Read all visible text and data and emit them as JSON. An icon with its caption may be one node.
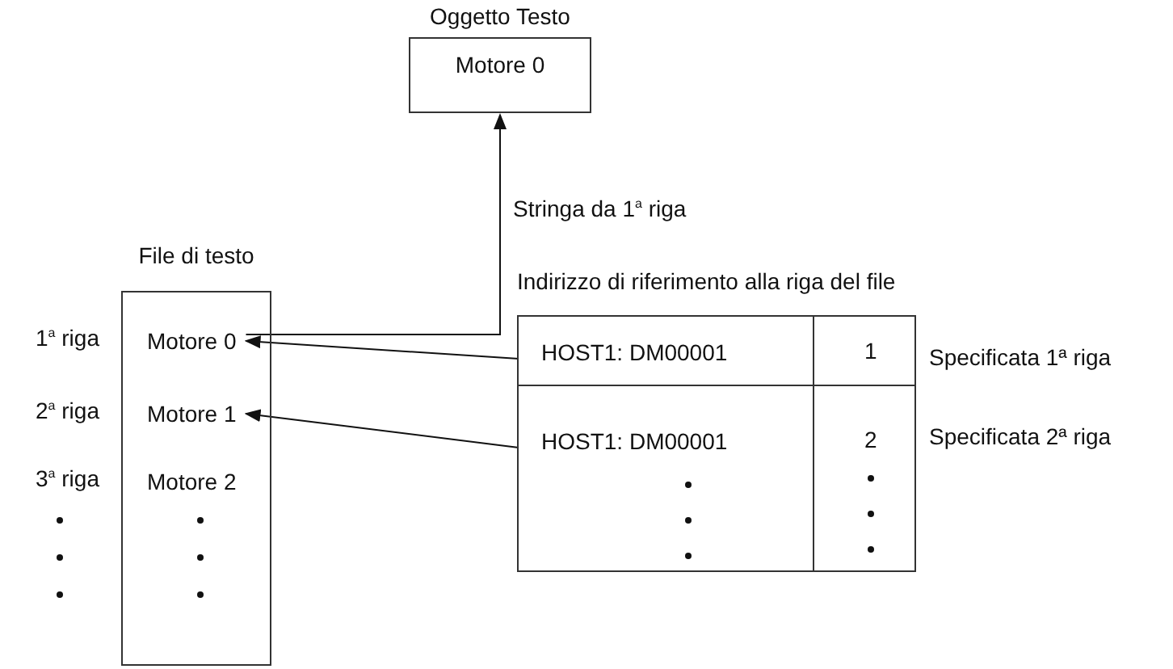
{
  "diagram": {
    "nodes": [
      {
        "text": [
          "Oggetto Testo",
          "Motore 0"
        ]
      },
      {
        "text": [
          "File di testo"
        ]
      },
      {
        "text": [
          "Motore 0"
        ],
        "in": 1
      },
      {
        "text": [
          "Motore 1"
        ],
        "in": 1
      },
      {
        "text": [
          "Motore 2"
        ],
        "in": 1
      },
      {
        "text": [
          "Indirizzo di riferimento alla riga del file"
        ]
      },
      {
        "text": [
          "HOST1: DM00001"
        ],
        "in": 5
      },
      {
        "text": [
          "HOST1: DM00001"
        ],
        "in": 5
      }
    ],
    "edges": [
      {
        "from": 2,
        "to": 0,
        "arrow": "to",
        "label": "Stringa da 1$^{a}$ riga"
      },
      {
        "from": 6,
        "to": 2,
        "arrow": "to"
      },
      {
        "from": 7,
        "to": 3,
        "arrow": "to"
      }
    ],
    "labels": [
      "1$^{a}$ riga",
      "1",
      "Specificata 1ª riga",
      "2$^{a}$ riga",
      "2",
      "Specificata 2ª riga",
      "3$^{a}$ riga"
    ]
  }
}
